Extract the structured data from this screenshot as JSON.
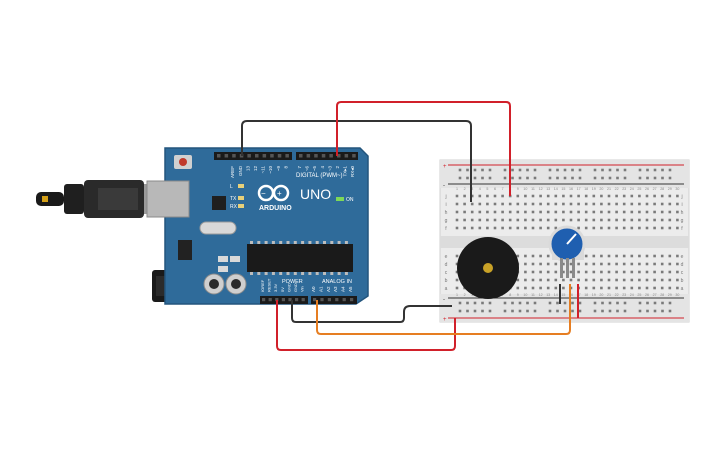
{
  "board": {
    "brand": "ARDUINO",
    "model": "UNO",
    "on_label": "ON",
    "l_label": "L",
    "tx_label": "TX",
    "rx_label": "RX",
    "digital_label": "DIGITAL (PWM~)",
    "power_label": "POWER",
    "analog_label": "ANALOG IN",
    "digital_pins": [
      "AREF",
      "GND",
      "13",
      "12",
      "~11",
      "~10",
      "~9",
      "8",
      "7",
      "~6",
      "~5",
      "4",
      "~3",
      "2",
      "TX▸1",
      "RX◂0"
    ],
    "power_pins": [
      "IOREF",
      "RESET",
      "3.3V",
      "5V",
      "GND",
      "GND",
      "Vin"
    ],
    "analog_pins": [
      "A0",
      "A1",
      "A2",
      "A3",
      "A4",
      "A5"
    ]
  },
  "breadboard": {
    "row_labels_top": [
      "j",
      "i",
      "h",
      "g",
      "f"
    ],
    "row_labels_bottom": [
      "e",
      "d",
      "c",
      "b",
      "a"
    ],
    "column_numbers": [
      "1",
      "2",
      "3",
      "4",
      "5",
      "6",
      "7",
      "8",
      "9",
      "10",
      "11",
      "12",
      "13",
      "14",
      "15",
      "16",
      "17",
      "18",
      "19",
      "20",
      "21",
      "22",
      "23",
      "24",
      "25",
      "26",
      "27",
      "28",
      "29",
      "30"
    ],
    "rail_plus": "+",
    "rail_minus": "-"
  },
  "colors": {
    "board": "#2f6b9a",
    "breadboard": "#ececec",
    "wire_red": "#d1202a",
    "wire_black": "#333333",
    "wire_orange": "#e67e22",
    "pot_knob": "#1f5fb0",
    "buzzer": "#1a1a1a"
  },
  "components": {
    "buzzer": "buzzer-icon",
    "potentiometer": "potentiometer-icon",
    "usb": "usb-cable-icon",
    "dc_jack": "dc-jack-icon"
  }
}
